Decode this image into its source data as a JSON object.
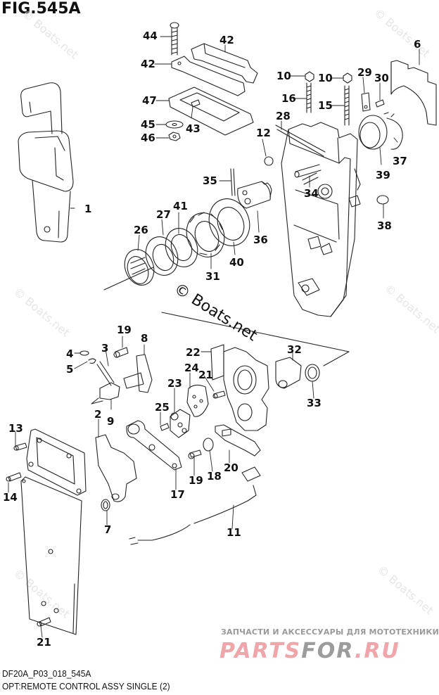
{
  "figure": {
    "title": "FIG.545A",
    "code": "DF20A_P03_018_545A",
    "description": "OPT:REMOTE CONTROL ASSY SINGLE (2)"
  },
  "watermarks": {
    "copyright": "© Boats.net",
    "brand_tagline": "ЗАПЧАСТИ И АКСЕССУАРЫ ДЛЯ МОТОТЕХНИКИ",
    "brand_part1": "PARTS",
    "brand_part2": "FOR",
    "brand_part3": ".RU",
    "brand_colors": {
      "primary": "#f0a5ab",
      "secondary": "#9c9c9c"
    }
  },
  "callouts": [
    {
      "id": "44",
      "label": "44"
    },
    {
      "id": "42a",
      "label": "42"
    },
    {
      "id": "42b",
      "label": "42"
    },
    {
      "id": "47",
      "label": "47"
    },
    {
      "id": "45",
      "label": "45"
    },
    {
      "id": "43",
      "label": "43"
    },
    {
      "id": "46",
      "label": "46"
    },
    {
      "id": "6",
      "label": "6"
    },
    {
      "id": "10a",
      "label": "10"
    },
    {
      "id": "10b",
      "label": "10"
    },
    {
      "id": "29",
      "label": "29"
    },
    {
      "id": "30",
      "label": "30"
    },
    {
      "id": "16",
      "label": "16"
    },
    {
      "id": "15",
      "label": "15"
    },
    {
      "id": "28",
      "label": "28"
    },
    {
      "id": "12",
      "label": "12"
    },
    {
      "id": "37",
      "label": "37"
    },
    {
      "id": "39",
      "label": "39"
    },
    {
      "id": "34",
      "label": "34"
    },
    {
      "id": "38",
      "label": "38"
    },
    {
      "id": "35",
      "label": "35"
    },
    {
      "id": "1",
      "label": "1"
    },
    {
      "id": "41",
      "label": "41"
    },
    {
      "id": "27",
      "label": "27"
    },
    {
      "id": "26",
      "label": "26"
    },
    {
      "id": "36",
      "label": "36"
    },
    {
      "id": "40",
      "label": "40"
    },
    {
      "id": "31",
      "label": "31"
    },
    {
      "id": "19a",
      "label": "19"
    },
    {
      "id": "8",
      "label": "8"
    },
    {
      "id": "4",
      "label": "4"
    },
    {
      "id": "3",
      "label": "3"
    },
    {
      "id": "5",
      "label": "5"
    },
    {
      "id": "9",
      "label": "9"
    },
    {
      "id": "22",
      "label": "22"
    },
    {
      "id": "32",
      "label": "32"
    },
    {
      "id": "24",
      "label": "24"
    },
    {
      "id": "21a",
      "label": "21"
    },
    {
      "id": "23",
      "label": "23"
    },
    {
      "id": "33",
      "label": "33"
    },
    {
      "id": "2",
      "label": "2"
    },
    {
      "id": "25",
      "label": "25"
    },
    {
      "id": "13",
      "label": "13"
    },
    {
      "id": "14",
      "label": "14"
    },
    {
      "id": "20",
      "label": "20"
    },
    {
      "id": "19b",
      "label": "19"
    },
    {
      "id": "18",
      "label": "18"
    },
    {
      "id": "17",
      "label": "17"
    },
    {
      "id": "7",
      "label": "7"
    },
    {
      "id": "11",
      "label": "11"
    },
    {
      "id": "21b",
      "label": "21"
    }
  ]
}
